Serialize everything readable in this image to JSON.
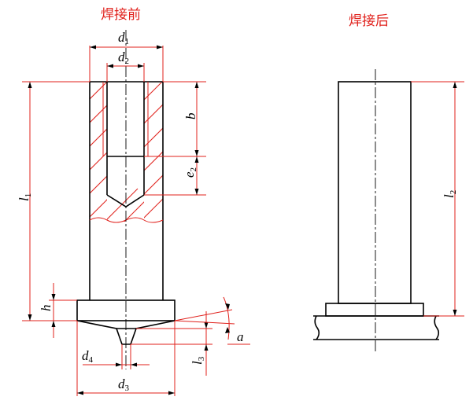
{
  "captions": {
    "before": "焊接前",
    "after": "焊接后"
  },
  "dimensions": {
    "d1": {
      "sym": "d",
      "sub": "1"
    },
    "d2": {
      "sym": "d",
      "sub": "2"
    },
    "d3": {
      "sym": "d",
      "sub": "3"
    },
    "d4": {
      "sym": "d",
      "sub": "4"
    },
    "b": {
      "sym": "b",
      "sub": ""
    },
    "e2": {
      "sym": "e",
      "sub": "2"
    },
    "l1": {
      "sym": "l",
      "sub": "1"
    },
    "l2": {
      "sym": "l",
      "sub": "2"
    },
    "l3": {
      "sym": "l",
      "sub": "3"
    },
    "h": {
      "sym": "h",
      "sub": ""
    },
    "a": {
      "sym": "a",
      "sub": ""
    }
  },
  "colors": {
    "annotation": "#e0201b",
    "outline": "#000000"
  }
}
